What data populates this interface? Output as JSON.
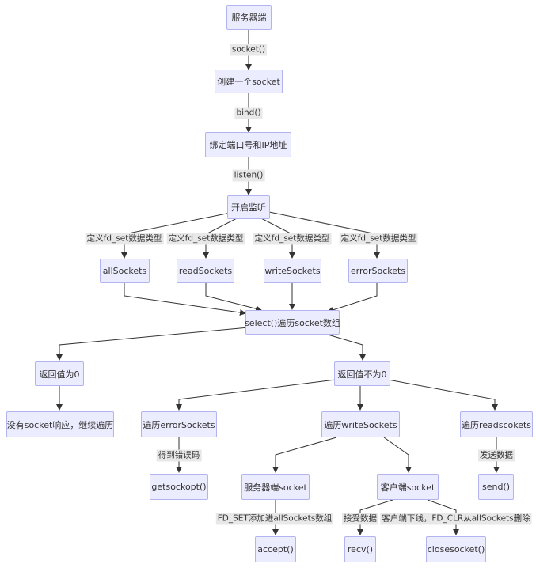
{
  "nodes": {
    "server": "服务器端",
    "create_socket": "创建一个socket",
    "bind_port": "绑定端口号和IP地址",
    "start_listen": "开启监听",
    "all_sockets": "allSockets",
    "read_sockets": "readSockets",
    "write_sockets": "writeSockets",
    "error_sockets": "errorSockets",
    "select": "select()遍历socket数组",
    "return_zero": "返回值为0",
    "return_nonzero": "返回值不为0",
    "no_response": "没有socket响应，继续遍历",
    "iter_error": "遍历errorSockets",
    "iter_write": "遍历writeSockets",
    "iter_read": "遍历readscokets",
    "getsockopt": "getsockopt()",
    "server_socket": "服务器端socket",
    "client_socket": "客户端socket",
    "send": "send()",
    "accept": "accept()",
    "recv": "recv()",
    "closesocket": "closesocket()"
  },
  "edges": {
    "socket_call": "socket()",
    "bind_call": "bind()",
    "listen_call": "listen()",
    "fd_type_1": "定义fd_set数据类型",
    "fd_type_2": "定义fd_set数据类型",
    "fd_type_3": "定义fd_set数据类型",
    "fd_type_4": "定义fd_set数据类型",
    "get_error_code": "得到错误码",
    "send_data": "发送数据",
    "fd_set_add": "FD_SET添加进allSockets数组",
    "receive_data": "接受数据",
    "client_offline": "客户端下线，FD_CLR从allSockets删除"
  },
  "colors": {
    "node_fill": "#ececff",
    "node_border": "#b3b3f0",
    "edge": "#333333",
    "edge_label_bg": "#e8e8e8"
  }
}
